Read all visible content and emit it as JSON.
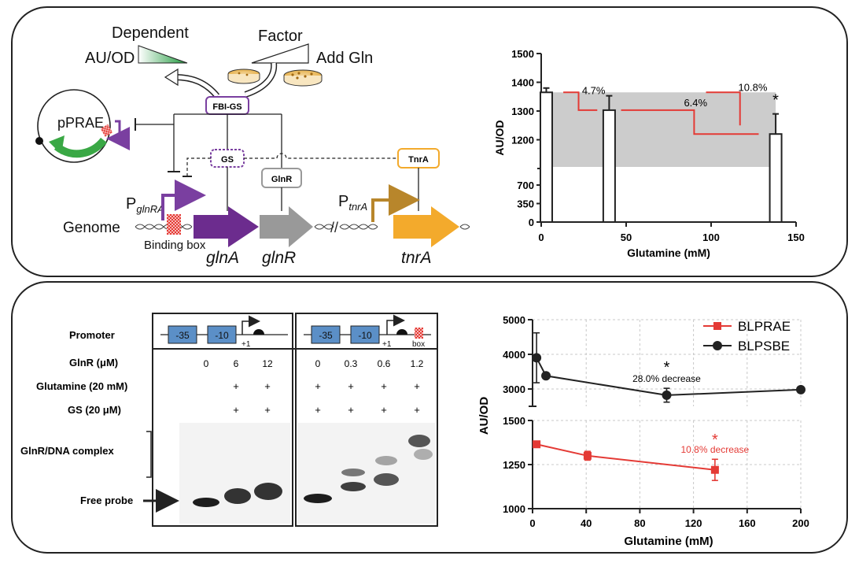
{
  "colors": {
    "purple": "#7a3fa0",
    "gray_gene": "#999999",
    "orange": "#f3aa2c",
    "gold": "#b8862b",
    "green": "#3aa845",
    "red": "#e43a35",
    "black": "#222222",
    "shade": "#cccccc",
    "box_blue": "#5b8fc7"
  },
  "diagram": {
    "dependent": "Dependent",
    "auod": "AU/OD",
    "factor": "Factor",
    "add_gln": "Add Gln",
    "plasmid": "pPRAE",
    "fbi_gs": "FBI-GS",
    "gs": "GS",
    "glnr_box": "GlnR",
    "tnra_box": "TnrA",
    "p_main": "P",
    "p_glnra_sub": "glnRA",
    "p_tnra_sub": "tnrA",
    "genome": "Genome",
    "binding_box": "Binding box",
    "gene_glna": "glnA",
    "gene_glnr": "glnR",
    "gene_tnra": "tnrA"
  },
  "chart_data": [
    {
      "type": "bar",
      "x": [
        3,
        40,
        138
      ],
      "values": [
        1365,
        1303,
        1220
      ],
      "errors": [
        15,
        50,
        70
      ],
      "xlabel": "Glutamine  (mM)",
      "ylabel": "AU/OD",
      "xticks": [
        "0",
        "50",
        "100",
        "150"
      ],
      "yticks_low": [
        "0",
        "350",
        "700"
      ],
      "yticks_high": [
        "1200",
        "1300",
        "1400",
        "1500"
      ],
      "annotations": [
        "4.7%",
        "6.4%",
        "10.8%",
        "*"
      ]
    },
    {
      "type": "line",
      "xlabel": "Glutamine  (mM)",
      "ylabel": "AU/OD",
      "xticks": [
        "0",
        "40",
        "80",
        "120",
        "160",
        "200"
      ],
      "yticks_low": [
        "1000",
        "1250",
        "1500"
      ],
      "yticks_high": [
        "3000",
        "4000",
        "5000"
      ],
      "series": [
        {
          "name": "BLPRAE",
          "x": [
            3,
            41,
            136
          ],
          "values": [
            1365,
            1300,
            1220
          ],
          "errors": [
            10,
            25,
            60
          ]
        },
        {
          "name": "BLPSBE",
          "x": [
            3,
            10,
            100,
            200
          ],
          "values": [
            3900,
            3380,
            2820,
            2980
          ],
          "errors": [
            720,
            70,
            200,
            50
          ]
        }
      ],
      "annotations": [
        "*",
        "28.0% decrease",
        "*",
        "10.8% decrease"
      ]
    }
  ],
  "emsa": {
    "promoter_label": "Promoter",
    "box_m35": "-35",
    "box_m10": "-10",
    "plus1": "+1",
    "box_word": "box",
    "glnr_label": "GlnR  (μM)",
    "glutamine_label": "Glutamine (20 mM)",
    "gs_label": "GS (20 μM)",
    "complex_label": "GlnR/DNA complex",
    "free_probe_label": "Free probe",
    "glnr_values_left": [
      "0",
      "6",
      "12"
    ],
    "glnr_values_right": [
      "0",
      "0.3",
      "0.6",
      "1.2"
    ],
    "plus_sign": "+"
  }
}
